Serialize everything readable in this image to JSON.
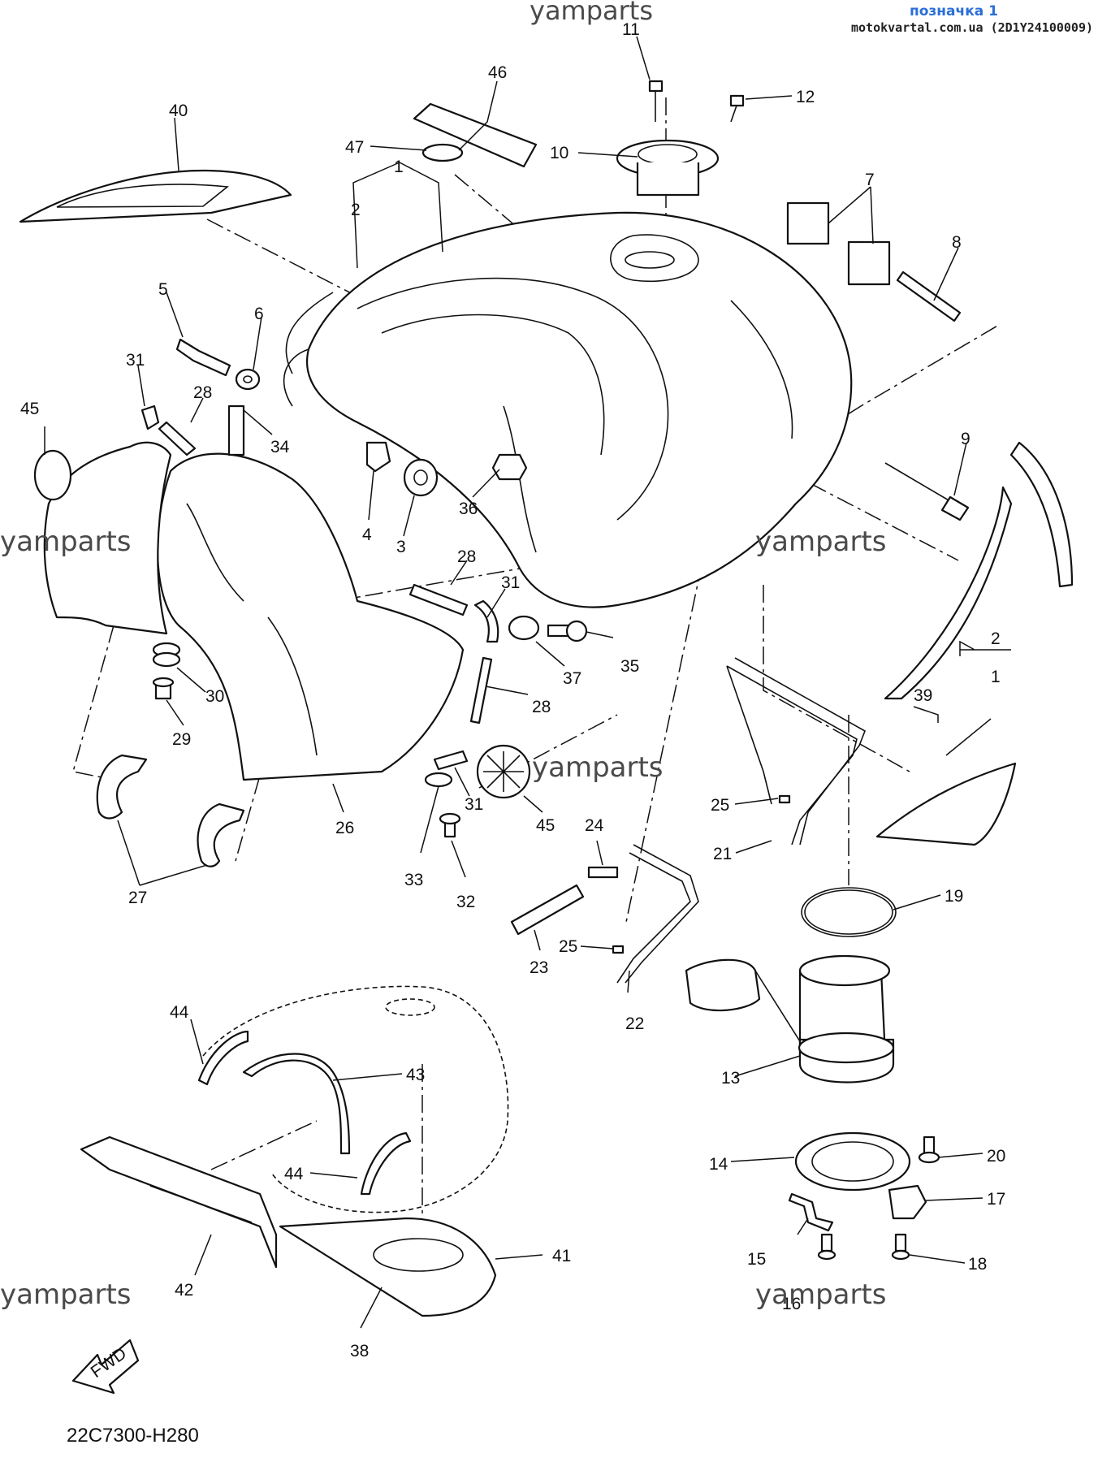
{
  "header": {
    "link_text": "позначка 1",
    "site_text": "motokvartal.com.ua (2D1Y24100009)"
  },
  "watermark": "yamparts",
  "diagram_code": "22C7300-H280",
  "fwd_badge": "FWD",
  "callouts": {
    "c1a": "1",
    "c1b": "1",
    "c2a": "2",
    "c2b": "2",
    "c3": "3",
    "c4": "4",
    "c5": "5",
    "c6": "6",
    "c7": "7",
    "c8": "8",
    "c9": "9",
    "c10": "10",
    "c11": "11",
    "c12": "12",
    "c13": "13",
    "c14": "14",
    "c15": "15",
    "c16": "16",
    "c17": "17",
    "c18": "18",
    "c19": "19",
    "c20": "20",
    "c21": "21",
    "c22": "22",
    "c23": "23",
    "c24": "24",
    "c25a": "25",
    "c25b": "25",
    "c26": "26",
    "c27": "27",
    "c28a": "28",
    "c28b": "28",
    "c28c": "28",
    "c29": "29",
    "c30": "30",
    "c31a": "31",
    "c31b": "31",
    "c31c": "31",
    "c32": "32",
    "c33": "33",
    "c34": "34",
    "c35": "35",
    "c36": "36",
    "c37": "37",
    "c38": "38",
    "c39": "39",
    "c40": "40",
    "c41": "41",
    "c42": "42",
    "c43": "43",
    "c44a": "44",
    "c44b": "44",
    "c45a": "45",
    "c45b": "45",
    "c46": "46",
    "c47": "47"
  }
}
